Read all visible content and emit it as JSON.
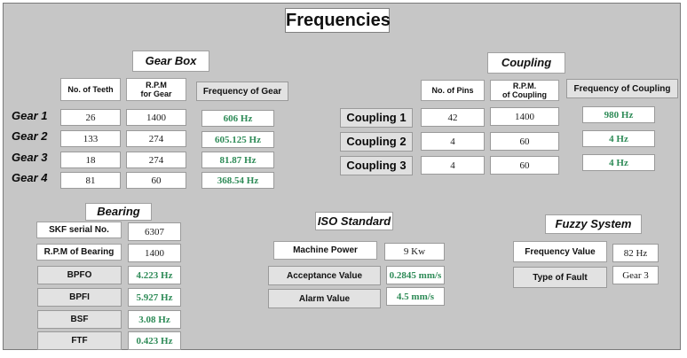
{
  "title": "Frequencies",
  "gearbox": {
    "section": "Gear Box",
    "headers": {
      "teeth": "No. of Teeth",
      "rpm_line1": "R.P.M",
      "rpm_line2": "for Gear",
      "freq": "Frequency of Gear"
    },
    "rows": [
      {
        "label": "Gear 1",
        "teeth": "26",
        "rpm": "1400",
        "freq": "606  Hz"
      },
      {
        "label": "Gear 2",
        "teeth": "133",
        "rpm": "274",
        "freq": "605.125 Hz"
      },
      {
        "label": "Gear 3",
        "teeth": "18",
        "rpm": "274",
        "freq": "81.87 Hz"
      },
      {
        "label": "Gear 4",
        "teeth": "81",
        "rpm": "60",
        "freq": "368.54 Hz"
      }
    ]
  },
  "coupling": {
    "section": "Coupling",
    "headers": {
      "pins": "No. of Pins",
      "rpm_line1": "R.P.M.",
      "rpm_line2": "of Coupling",
      "freq": "Frequency of Coupling"
    },
    "rows": [
      {
        "label": "Coupling 1",
        "pins": "42",
        "rpm": "1400",
        "freq": "980 Hz"
      },
      {
        "label": "Coupling 2",
        "pins": "4",
        "rpm": "60",
        "freq": "4 Hz"
      },
      {
        "label": "Coupling 3",
        "pins": "4",
        "rpm": "60",
        "freq": "4 Hz"
      }
    ]
  },
  "bearing": {
    "section": "Bearing",
    "serial_label": "SKF serial No.",
    "serial_value": "6307",
    "rpm_label": "R.P.M of Bearing",
    "rpm_value": "1400",
    "rows": [
      {
        "label": "BPFO",
        "value": "4.223 Hz"
      },
      {
        "label": "BPFI",
        "value": "5.927 Hz"
      },
      {
        "label": "BSF",
        "value": "3.08  Hz"
      },
      {
        "label": "FTF",
        "value": "0.423  Hz"
      }
    ]
  },
  "iso": {
    "section": "ISO Standard",
    "power_label": "Machine Power",
    "power_value": "9 Kw",
    "accept_label": "Acceptance Value",
    "accept_value": "0.2845 mm/s",
    "alarm_label": "Alarm Value",
    "alarm_value": "4.5 mm/s"
  },
  "fuzzy": {
    "section": "Fuzzy System",
    "freq_label": "Frequency Value",
    "freq_value": "82 Hz",
    "fault_label": "Type of Fault",
    "fault_value": "Gear 3"
  },
  "colors": {
    "panel": "#c6c6c6",
    "output_text": "#2e8b57"
  }
}
